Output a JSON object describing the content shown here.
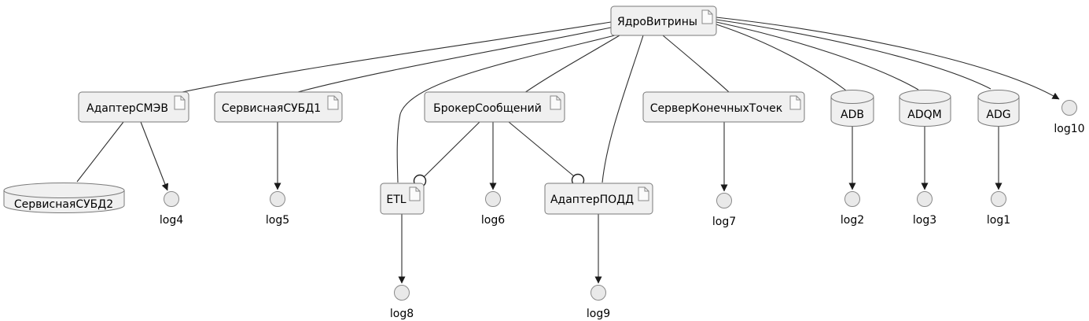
{
  "diagram": {
    "type": "component-diagram",
    "background": "#ffffff",
    "colors": {
      "node_fill": "#f0f0f0",
      "node_border": "#7a7a7a",
      "edge": "#2e2e2e",
      "log_circle_fill": "#e9e9e9",
      "log_circle_border": "#8a8a8a",
      "interface_circle_fill": "#ffffff",
      "interface_circle_border": "#1f1f1f"
    },
    "components": {
      "yadro": {
        "label": "ЯдроВитрины",
        "type": "artifact"
      },
      "adapter_smev": {
        "label": "АдаптерСМЭВ",
        "type": "artifact"
      },
      "subd1": {
        "label": "СервиснаяСУБД1",
        "type": "artifact"
      },
      "broker": {
        "label": "БрокерСообщений",
        "type": "artifact"
      },
      "server_endpoints": {
        "label": "СерверКонечныхТочек",
        "type": "artifact"
      },
      "etl": {
        "label": "ETL",
        "type": "artifact"
      },
      "adapter_podd": {
        "label": "АдаптерПОДД",
        "type": "artifact"
      }
    },
    "databases": {
      "subd2": {
        "label": "СервиснаяСУБД2"
      },
      "adb": {
        "label": "ADB"
      },
      "adqm": {
        "label": "ADQM"
      },
      "adg": {
        "label": "ADG"
      }
    },
    "logs": {
      "log1": {
        "label": "log1"
      },
      "log2": {
        "label": "log2"
      },
      "log3": {
        "label": "log3"
      },
      "log4": {
        "label": "log4"
      },
      "log5": {
        "label": "log5"
      },
      "log6": {
        "label": "log6"
      },
      "log7": {
        "label": "log7"
      },
      "log8": {
        "label": "log8"
      },
      "log9": {
        "label": "log9"
      },
      "log10": {
        "label": "log10"
      }
    },
    "edges": [
      {
        "from": "ЯдроВитрины",
        "to": "АдаптерСМЭВ",
        "style": "plain"
      },
      {
        "from": "ЯдроВитрины",
        "to": "СервиснаяСУБД1",
        "style": "plain"
      },
      {
        "from": "ЯдроВитрины",
        "to": "БрокерСообщений",
        "style": "plain"
      },
      {
        "from": "ЯдроВитрины",
        "to": "ETL",
        "style": "plain"
      },
      {
        "from": "ЯдроВитрины",
        "to": "АдаптерПОДД",
        "style": "plain"
      },
      {
        "from": "ЯдроВитрины",
        "to": "СерверКонечныхТочек",
        "style": "plain"
      },
      {
        "from": "ЯдроВитрины",
        "to": "ADB",
        "style": "plain"
      },
      {
        "from": "ЯдроВитрины",
        "to": "ADQM",
        "style": "plain"
      },
      {
        "from": "ЯдроВитрины",
        "to": "ADG",
        "style": "plain"
      },
      {
        "from": "ЯдроВитрины",
        "to": "log10",
        "style": "arrow"
      },
      {
        "from": "АдаптерСМЭВ",
        "to": "СервиснаяСУБД2",
        "style": "plain"
      },
      {
        "from": "АдаптерСМЭВ",
        "to": "log4",
        "style": "arrow"
      },
      {
        "from": "СервиснаяСУБД1",
        "to": "log5",
        "style": "arrow"
      },
      {
        "from": "БрокерСообщений",
        "to": "ETL",
        "style": "ball-interface"
      },
      {
        "from": "БрокерСообщений",
        "to": "log6",
        "style": "arrow"
      },
      {
        "from": "БрокерСообщений",
        "to": "АдаптерПОДД",
        "style": "ball-interface"
      },
      {
        "from": "ETL",
        "to": "log8",
        "style": "arrow"
      },
      {
        "from": "АдаптерПОДД",
        "to": "log9",
        "style": "arrow"
      },
      {
        "from": "СерверКонечныхТочек",
        "to": "log7",
        "style": "arrow"
      },
      {
        "from": "ADB",
        "to": "log2",
        "style": "arrow"
      },
      {
        "from": "ADQM",
        "to": "log3",
        "style": "arrow"
      },
      {
        "from": "ADG",
        "to": "log1",
        "style": "arrow"
      }
    ]
  }
}
